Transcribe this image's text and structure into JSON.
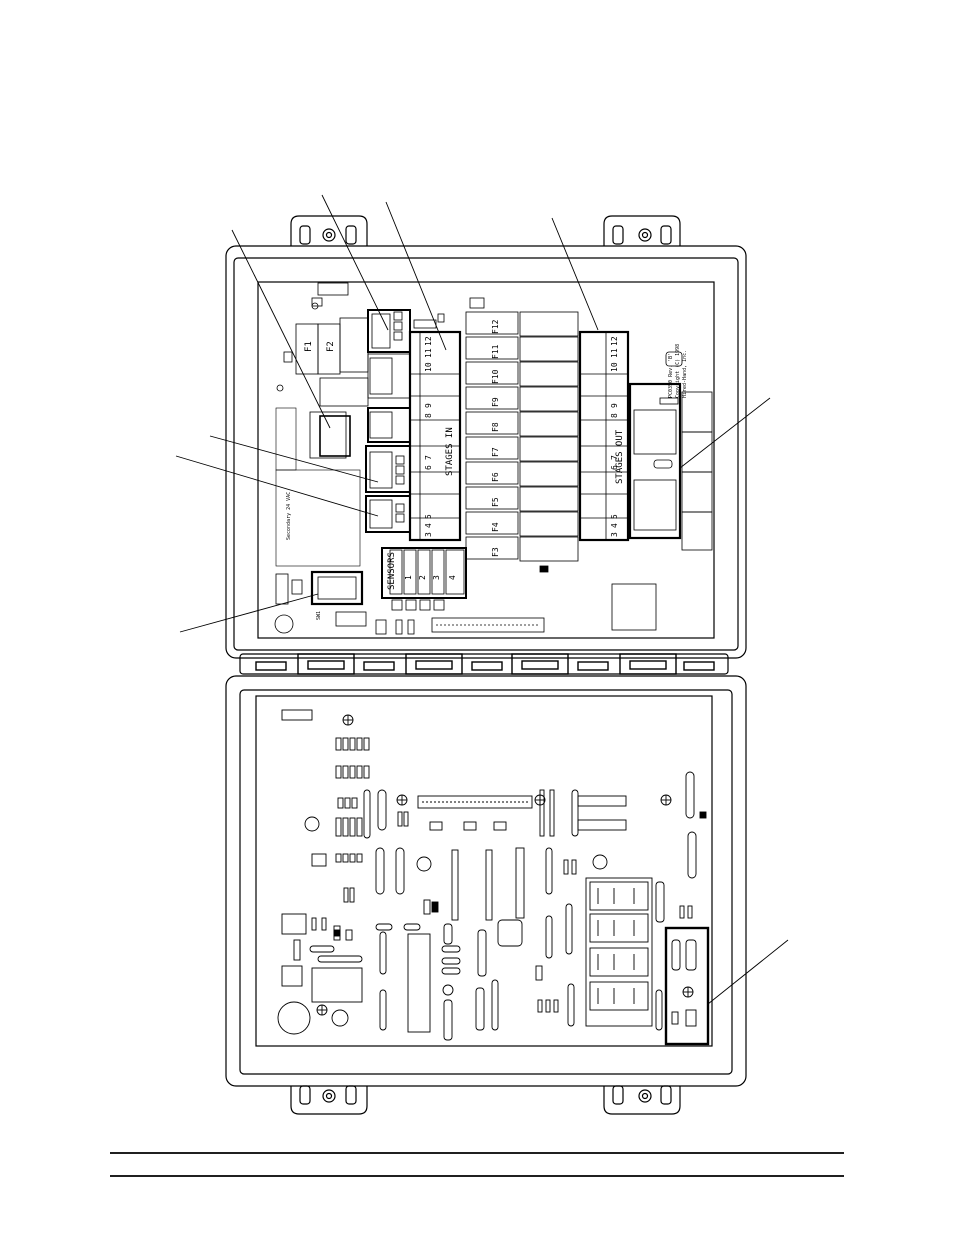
{
  "top_board": {
    "fuse_main": [
      "F1",
      "F2"
    ],
    "fuse_stage": [
      "F3",
      "F4",
      "F5",
      "F6",
      "F7",
      "F8",
      "F9",
      "F10",
      "F11",
      "F12"
    ],
    "stages_in_label": "STAGES IN",
    "stages_out_label": "STAGES OUT",
    "stage_numbers": [
      "3",
      "4",
      "5",
      "6",
      "7",
      "8",
      "9",
      "10",
      "11",
      "12"
    ],
    "sensor_numbers": [
      "1",
      "2",
      "3",
      "4"
    ],
    "sensors_label": "SENSORS",
    "secondary_label": "Secondary 24 VAC",
    "switch_label": "SW1",
    "board_id_lines": [
      "PC0350 Rev. 'B'",
      "Copyright (C) 1998",
      "Hired-Hand, Inc."
    ]
  }
}
